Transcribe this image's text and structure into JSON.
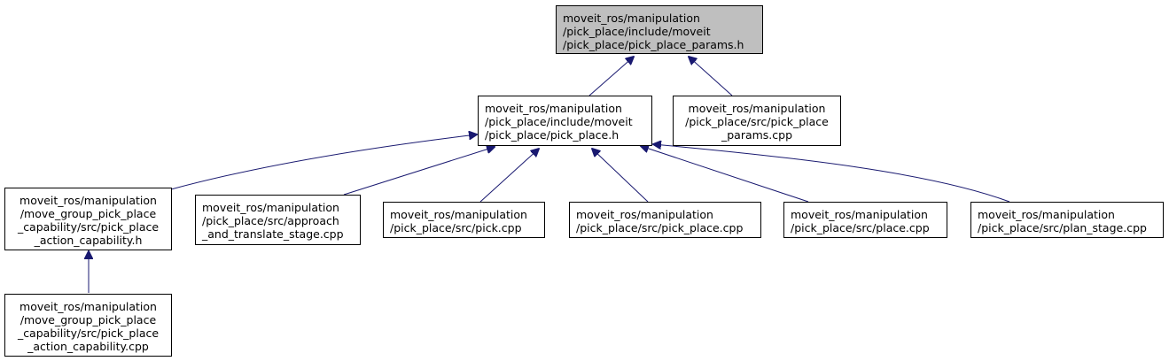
{
  "colors": {
    "edge": "#191970",
    "root_fill": "#bfbfbf",
    "node_fill": "#ffffff",
    "node_border": "#000000"
  },
  "nodes": {
    "root": {
      "lines": [
        "moveit_ros/manipulation",
        "/pick_place/include/moveit",
        "/pick_place/pick_place_params.h"
      ]
    },
    "pick_place_h": {
      "lines": [
        "moveit_ros/manipulation",
        "/pick_place/include/moveit",
        "/pick_place/pick_place.h"
      ]
    },
    "pick_place_params_cpp": {
      "lines": [
        "moveit_ros/manipulation",
        "/pick_place/src/pick_place",
        "_params.cpp"
      ]
    },
    "action_capability_h": {
      "lines": [
        "moveit_ros/manipulation",
        "/move_group_pick_place",
        "_capability/src/pick_place",
        "_action_capability.h"
      ]
    },
    "approach_cpp": {
      "lines": [
        "moveit_ros/manipulation",
        "/pick_place/src/approach",
        "_and_translate_stage.cpp"
      ]
    },
    "pick_cpp": {
      "lines": [
        "moveit_ros/manipulation",
        "/pick_place/src/pick.cpp"
      ]
    },
    "pick_place_cpp": {
      "lines": [
        "moveit_ros/manipulation",
        "/pick_place/src/pick_place.cpp"
      ]
    },
    "place_cpp": {
      "lines": [
        "moveit_ros/manipulation",
        "/pick_place/src/place.cpp"
      ]
    },
    "plan_stage_cpp": {
      "lines": [
        "moveit_ros/manipulation",
        "/pick_place/src/plan_stage.cpp"
      ]
    },
    "action_capability_cpp": {
      "lines": [
        "moveit_ros/manipulation",
        "/move_group_pick_place",
        "_capability/src/pick_place",
        "_action_capability.cpp"
      ]
    }
  }
}
